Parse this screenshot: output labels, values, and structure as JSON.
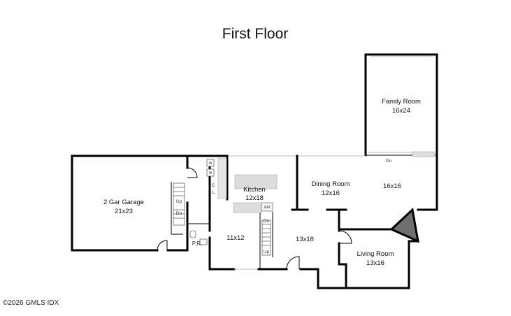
{
  "title": "First Floor",
  "copyright": "©2026 GMLS IDX",
  "rooms": {
    "garage": {
      "name": "2 Gar Garage",
      "dims": "21x23"
    },
    "kitchen": {
      "name": "Kitchen",
      "dims": "12x18"
    },
    "dining": {
      "name": "Dining Room",
      "dims": "12x16"
    },
    "family": {
      "name": "Family Room",
      "dims": "16x24"
    },
    "room16x16": {
      "dims": "16x16"
    },
    "living": {
      "name": "Living Room",
      "dims": "13x16"
    },
    "room11x12": {
      "dims": "11x12"
    },
    "room13x18": {
      "dims": "13x18"
    },
    "powder": {
      "name": "P.R."
    }
  },
  "labels": {
    "up_garage": "Up",
    "dn_garage": "Dn",
    "dn_family": "Dn",
    "dn_stair": "Dn",
    "up_stair": "Up",
    "closet_c": "C",
    "closet_l": "L",
    "washer": "W",
    "dryer": "W",
    "ref": "Ref"
  },
  "colors": {
    "wall": "#000000",
    "fireplace": "#6f6f6f",
    "counter": "#dcdcdc"
  }
}
